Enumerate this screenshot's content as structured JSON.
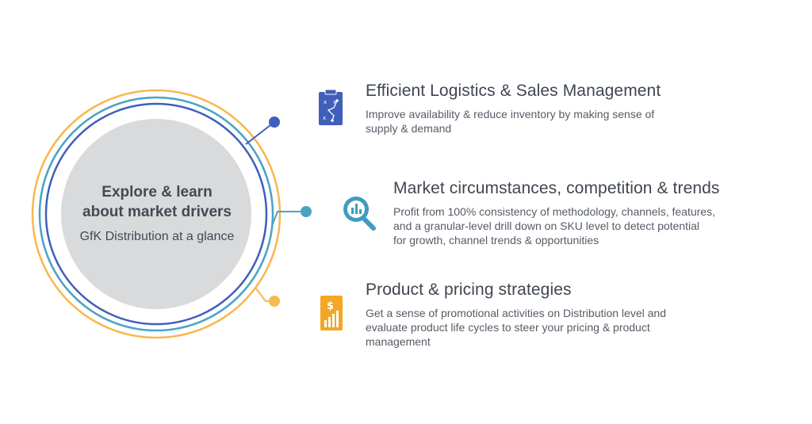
{
  "center": {
    "title_line1": "Explore & learn",
    "title_line2": "about market drivers",
    "subtitle": "GfK Distribution at a glance"
  },
  "items": [
    {
      "title": "Efficient Logistics & Sales Management",
      "desc_lines": [
        "Improve availability & reduce inventory by making sense of",
        "supply & demand"
      ],
      "icon": "clipboard-strategy-icon",
      "color": "#3f5fba"
    },
    {
      "title": "Market circumstances, competition & trends",
      "desc_lines": [
        "Profit from 100% consistency of methodology, channels, features,",
        "and a granular-level drill down on SKU level to detect potential",
        "for growth, channel trends & opportunities"
      ],
      "icon": "magnifier-chart-icon",
      "color": "#3f9cc0"
    },
    {
      "title": "Product & pricing strategies",
      "desc_lines": [
        "Get a sense of promotional activities on Distribution level and",
        "evaluate product life cycles to steer your pricing & product",
        "management"
      ],
      "icon": "dollar-chart-icon",
      "color": "#f5a623"
    }
  ],
  "colors": {
    "ring_orange": "#f7b84e",
    "ring_teal": "#4aa3c2",
    "ring_blue": "#3f5fba",
    "center_fill": "#d9dadc"
  }
}
